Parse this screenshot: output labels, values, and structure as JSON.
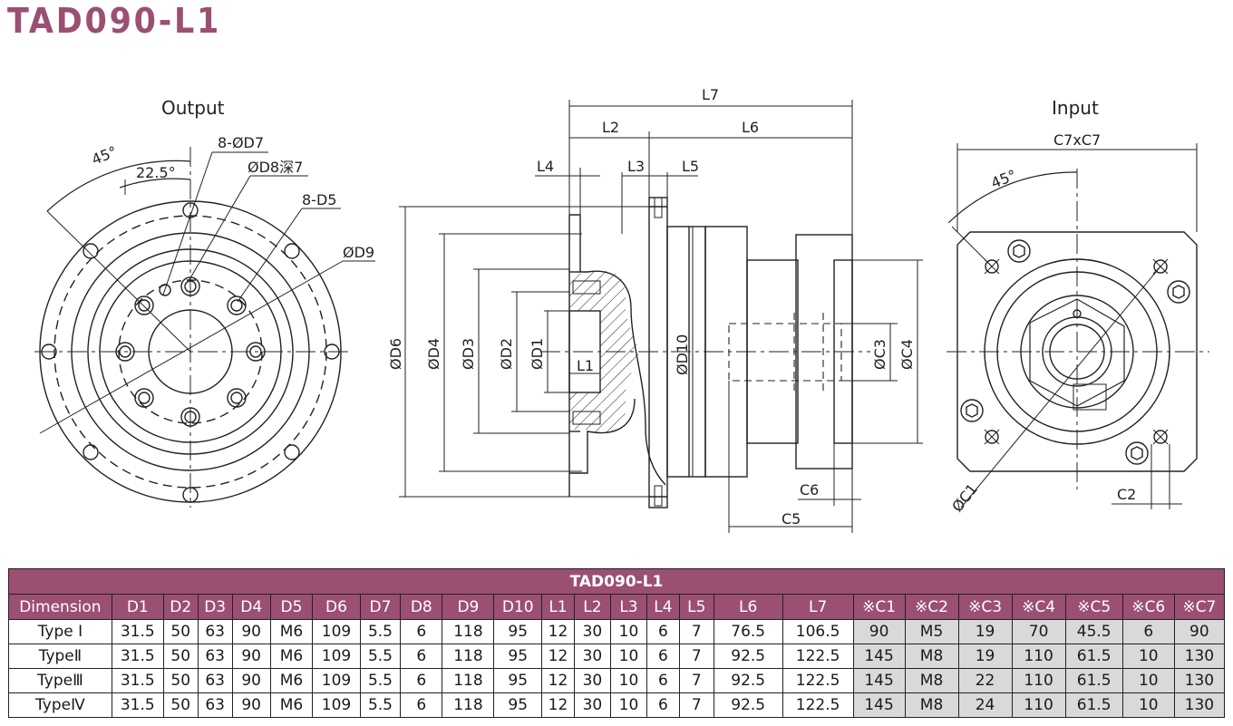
{
  "title": "TAD090-L1",
  "views": {
    "output_label": "Output",
    "input_label": "Input"
  },
  "labels": {
    "angle45": "45°",
    "angle225": "22.5°",
    "hole_d7": "8-ØD7",
    "hole_d8": "ØD8深7",
    "thread_d5": "8-D5",
    "d9": "ØD9",
    "l7": "L7",
    "l2": "L2",
    "l6": "L6",
    "l4": "L4",
    "l3": "L3",
    "l5": "L5",
    "l1": "L1",
    "d6": "ØD6",
    "d4": "ØD4",
    "d3": "ØD3",
    "d2": "ØD2",
    "d1": "ØD1",
    "d10": "ØD10",
    "c3": "ØC3",
    "c4": "ØC4",
    "c6": "C6",
    "c5": "C5",
    "c7xc7": "C7xC7",
    "angle45_in": "45°",
    "c1": "ØC1",
    "c2": "C2"
  },
  "table": {
    "caption": "TAD090-L1",
    "columns": [
      "Dimension",
      "D1",
      "D2",
      "D3",
      "D4",
      "D5",
      "D6",
      "D7",
      "D8",
      "D9",
      "D10",
      "L1",
      "L2",
      "L3",
      "L4",
      "L5",
      "L6",
      "L7",
      "※C1",
      "※C2",
      "※C3",
      "※C4",
      "※C5",
      "※C6",
      "※C7"
    ],
    "rows": [
      [
        "Type Ⅰ",
        "31.5",
        "50",
        "63",
        "90",
        "M6",
        "109",
        "5.5",
        "6",
        "118",
        "95",
        "12",
        "30",
        "10",
        "6",
        "7",
        "76.5",
        "106.5",
        "90",
        "M5",
        "19",
        "70",
        "45.5",
        "6",
        "90"
      ],
      [
        "TypeⅡ",
        "31.5",
        "50",
        "63",
        "90",
        "M6",
        "109",
        "5.5",
        "6",
        "118",
        "95",
        "12",
        "30",
        "10",
        "6",
        "7",
        "92.5",
        "122.5",
        "145",
        "M8",
        "19",
        "110",
        "61.5",
        "10",
        "130"
      ],
      [
        "TypeⅢ",
        "31.5",
        "50",
        "63",
        "90",
        "M6",
        "109",
        "5.5",
        "6",
        "118",
        "95",
        "12",
        "30",
        "10",
        "6",
        "7",
        "92.5",
        "122.5",
        "145",
        "M8",
        "22",
        "110",
        "61.5",
        "10",
        "130"
      ],
      [
        "TypeⅣ",
        "31.5",
        "50",
        "63",
        "90",
        "M6",
        "109",
        "5.5",
        "6",
        "118",
        "95",
        "12",
        "30",
        "10",
        "6",
        "7",
        "92.5",
        "122.5",
        "145",
        "M8",
        "24",
        "110",
        "61.5",
        "10",
        "130"
      ]
    ]
  },
  "colors": {
    "brand": "#9b4f73",
    "shaded": "#d9d9d9"
  }
}
